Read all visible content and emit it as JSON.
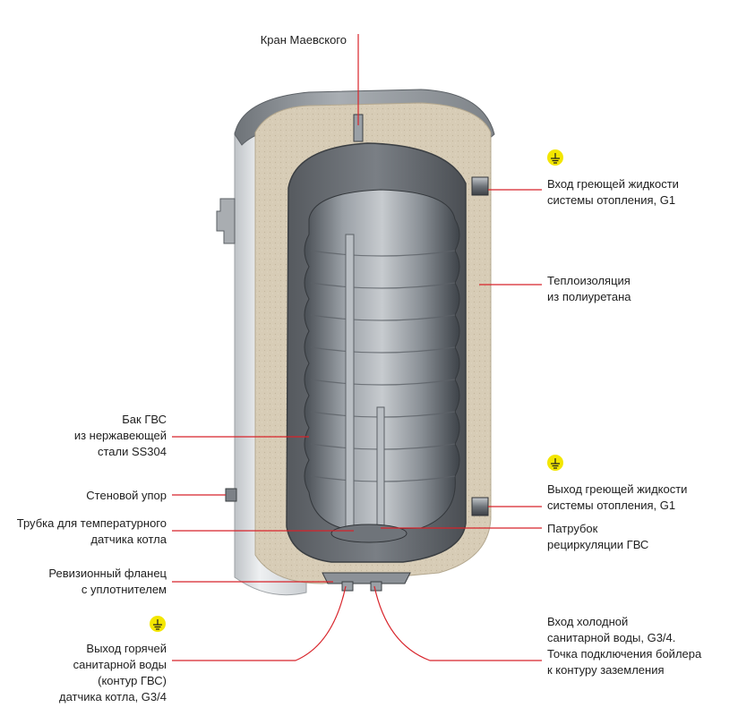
{
  "labels": {
    "air_valve": [
      "Кран Маевского"
    ],
    "heating_inlet": [
      "Вход греющей жидкости",
      "системы отопления, G1"
    ],
    "insulation": [
      "Теплоизоляция",
      "из полиуретана"
    ],
    "tank": [
      "Бак ГВС",
      "из нержавеющей",
      "стали SS304"
    ],
    "heating_outlet": [
      "Выход греющей жидкости",
      "системы отопления, G1"
    ],
    "wall_stop": [
      "Стеновой упор"
    ],
    "sensor_tube": [
      "Трубка для температурного",
      "датчика котла"
    ],
    "recirculation": [
      "Патрубок",
      "рециркуляции ГВС"
    ],
    "flange": [
      "Ревизионный фланец",
      "с уплотнителем"
    ],
    "cold_inlet": [
      "Вход холодной",
      "санитарной воды, G3/4.",
      "Точка подключения бойлера",
      "к контуру заземления"
    ],
    "hot_outlet": [
      "Выход горячей",
      "санитарной воды",
      "(контур ГВС)",
      "датчика котла, G3/4"
    ]
  },
  "colors": {
    "leader_line": "#d8232a",
    "ground_badge": "#f3e600",
    "insulation": "#d7ccb6",
    "jacket": "#d9dcdf",
    "steel": "#8f949a"
  },
  "icons": [
    "ground-icon"
  ]
}
